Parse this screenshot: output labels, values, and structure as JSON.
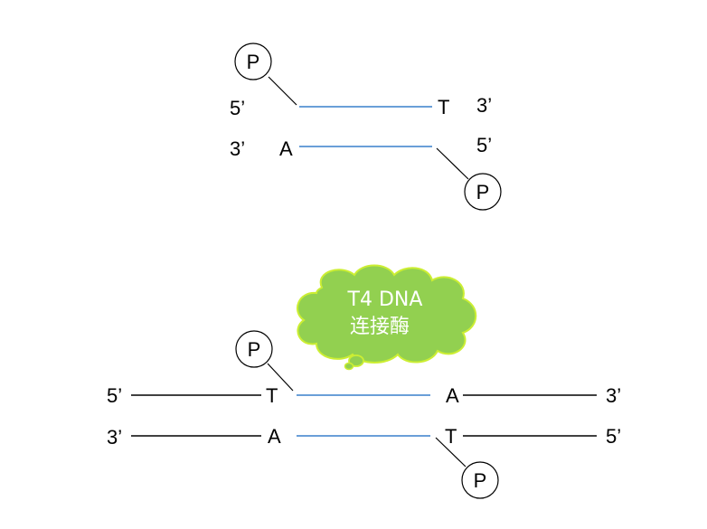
{
  "colors": {
    "blue_strand": "#6a9fd8",
    "black_strand": "#000000",
    "cloud_fill": "#92d050",
    "cloud_stroke": "#ccee33"
  },
  "top": {
    "p1": "P",
    "p2": "P",
    "left_top_end": "5’",
    "left_bottom_end": "3’",
    "right_top_end": "3’",
    "right_bottom_end": "5’",
    "overhang_t": "T",
    "overhang_a": "A"
  },
  "enzyme": {
    "line1": "T4 DNA",
    "line2": "连接酶"
  },
  "bottom": {
    "p1": "P",
    "p2": "P",
    "left_top_end": "5’",
    "left_bottom_end": "3’",
    "right_top_end": "3’",
    "right_bottom_end": "5’",
    "top_left_base": "T",
    "top_right_base": "A",
    "bottom_left_base": "A",
    "bottom_right_base": "T"
  }
}
